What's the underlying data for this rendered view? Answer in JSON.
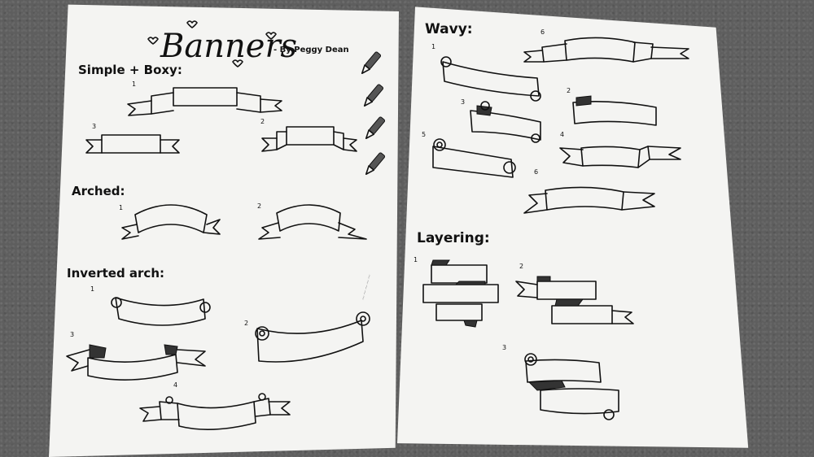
{
  "left_page": {
    "title": "Banners",
    "byline": "- By Peggy Dean",
    "sections": [
      {
        "label": "Simple + Boxy:",
        "numbers": [
          "1",
          "3",
          "2"
        ]
      },
      {
        "label": "Arched:",
        "numbers": [
          "1",
          "2"
        ]
      },
      {
        "label": "Inverted arch:",
        "numbers": [
          "1",
          "3",
          "2",
          "4"
        ]
      }
    ],
    "pen_icons": [
      "pen-nib-icon",
      "pen-nib-icon",
      "pen-nib-icon",
      "pen-nib-icon"
    ]
  },
  "right_page": {
    "sections": [
      {
        "label": "Wavy:",
        "numbers": [
          "1",
          "6",
          "3",
          "2",
          "5",
          "4",
          "6"
        ]
      },
      {
        "label": "Layering:",
        "numbers": [
          "1",
          "2",
          "3"
        ]
      }
    ]
  }
}
